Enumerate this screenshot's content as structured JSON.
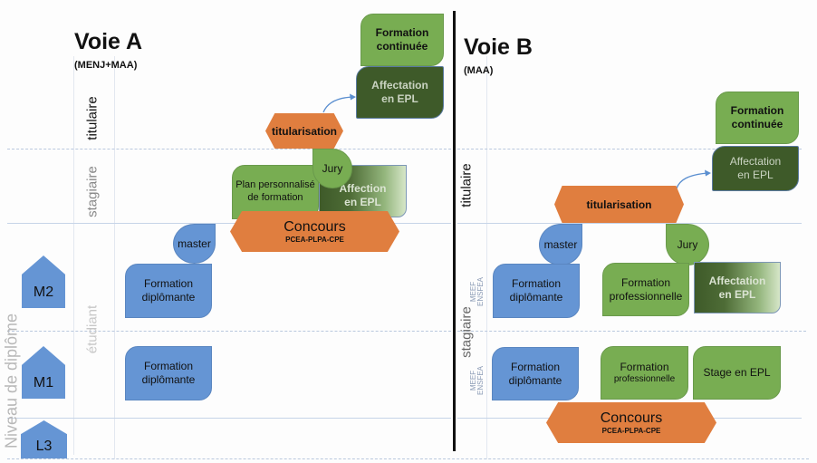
{
  "colors": {
    "blue": "#6595d4",
    "green": "#78ad52",
    "dark_green": "#3e5a29",
    "orange": "#e07e3f",
    "divider": "#111111"
  },
  "axis": {
    "label": "Niveau de diplôme",
    "levels": [
      "M2",
      "M1",
      "L3"
    ]
  },
  "voie_a": {
    "title": "Voie A",
    "subtitle": "(MENJ+MAA)",
    "rows": {
      "titulaire": "titulaire",
      "stagiaire": "stagiaire",
      "etudiant": "étudiant"
    },
    "formation_continuee": {
      "line1": "Formation",
      "line2": "continuée"
    },
    "affectation_titulaire": {
      "line1": "Affectation",
      "line2": "en EPL"
    },
    "titularisation": "titularisation",
    "plan_personnalise": {
      "line1": "Plan personnalisé",
      "line2": "de formation"
    },
    "jury": "Jury",
    "affection_stagiaire": {
      "line1": "Affection",
      "line2": "en EPL"
    },
    "concours": {
      "title": "Concours",
      "sub": "PCEA-PLPA-CPE"
    },
    "master": "master",
    "formation_m2": {
      "line1": "Formation",
      "line2": "diplômante"
    },
    "formation_m1": {
      "line1": "Formation",
      "line2": "diplômante"
    }
  },
  "voie_b": {
    "title": "Voie B",
    "subtitle": "(MAA)",
    "rows": {
      "titulaire": "titulaire",
      "stagiaire": "stagiaire"
    },
    "meef_label": {
      "line1": "MEEF",
      "line2": "ENSFEA"
    },
    "formation_continuee": {
      "line1": "Formation",
      "line2": "continuée"
    },
    "affectation_titulaire": {
      "line1": "Affectation",
      "line2": "en EPL"
    },
    "titularisation": "titularisation",
    "master": "master",
    "jury": "Jury",
    "formation_m2": {
      "line1": "Formation",
      "line2": "diplômante"
    },
    "formation_pro_m2": {
      "line1": "Formation",
      "line2": "professionnelle"
    },
    "affectation_m2": {
      "line1": "Affectation",
      "line2": "en EPL"
    },
    "formation_m1": {
      "line1": "Formation",
      "line2": "diplômante"
    },
    "formation_pro_m1": {
      "line1": "Formation",
      "line2": "professionnelle"
    },
    "stage": "Stage en EPL",
    "concours": {
      "title": "Concours",
      "sub": "PCEA-PLPA-CPE"
    }
  }
}
